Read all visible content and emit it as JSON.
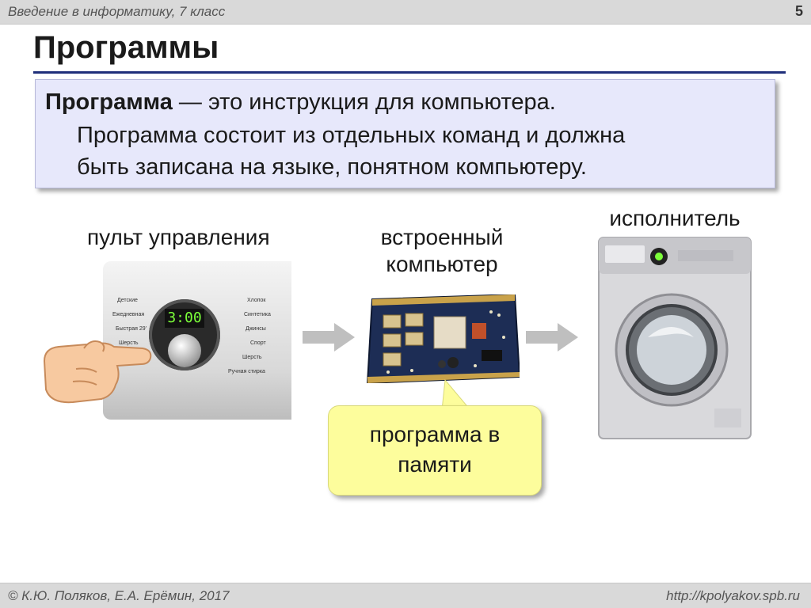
{
  "header": {
    "course": "Введение в информатику, 7 класс",
    "page_number": "5"
  },
  "title": "Программы",
  "definition": {
    "term": "Программа",
    "line1_rest": " — это инструкция для компьютера.",
    "line2": "Программа состоит из отдельных команд и должна",
    "line3": "быть записана на языке, понятном компьютеру."
  },
  "captions": {
    "remote": "пульт управления",
    "computer_line1": "встроенный",
    "computer_line2": "компьютер",
    "executor": "исполнитель"
  },
  "remote_panel": {
    "display": "3:00",
    "programs_left": [
      "Детские",
      "Ежедневная",
      "Быстрая 29'",
      "Шерсть"
    ],
    "programs_right": [
      "Хлопок",
      "Синтетика",
      "Джинсы",
      "Спорт",
      "Шерсть",
      "Ручная стирка"
    ]
  },
  "callout": {
    "line1": "программа в",
    "line2": "памяти"
  },
  "colors": {
    "accent_rule": "#1f2f7a",
    "definition_bg": "#e7e8fb",
    "callout_bg": "#fdfd9c",
    "bars": "#d9d9d9"
  },
  "footer": {
    "authors": "© К.Ю. Поляков, Е.А. Ерёмин, 2017",
    "url": "http://kpolyakov.spb.ru"
  }
}
